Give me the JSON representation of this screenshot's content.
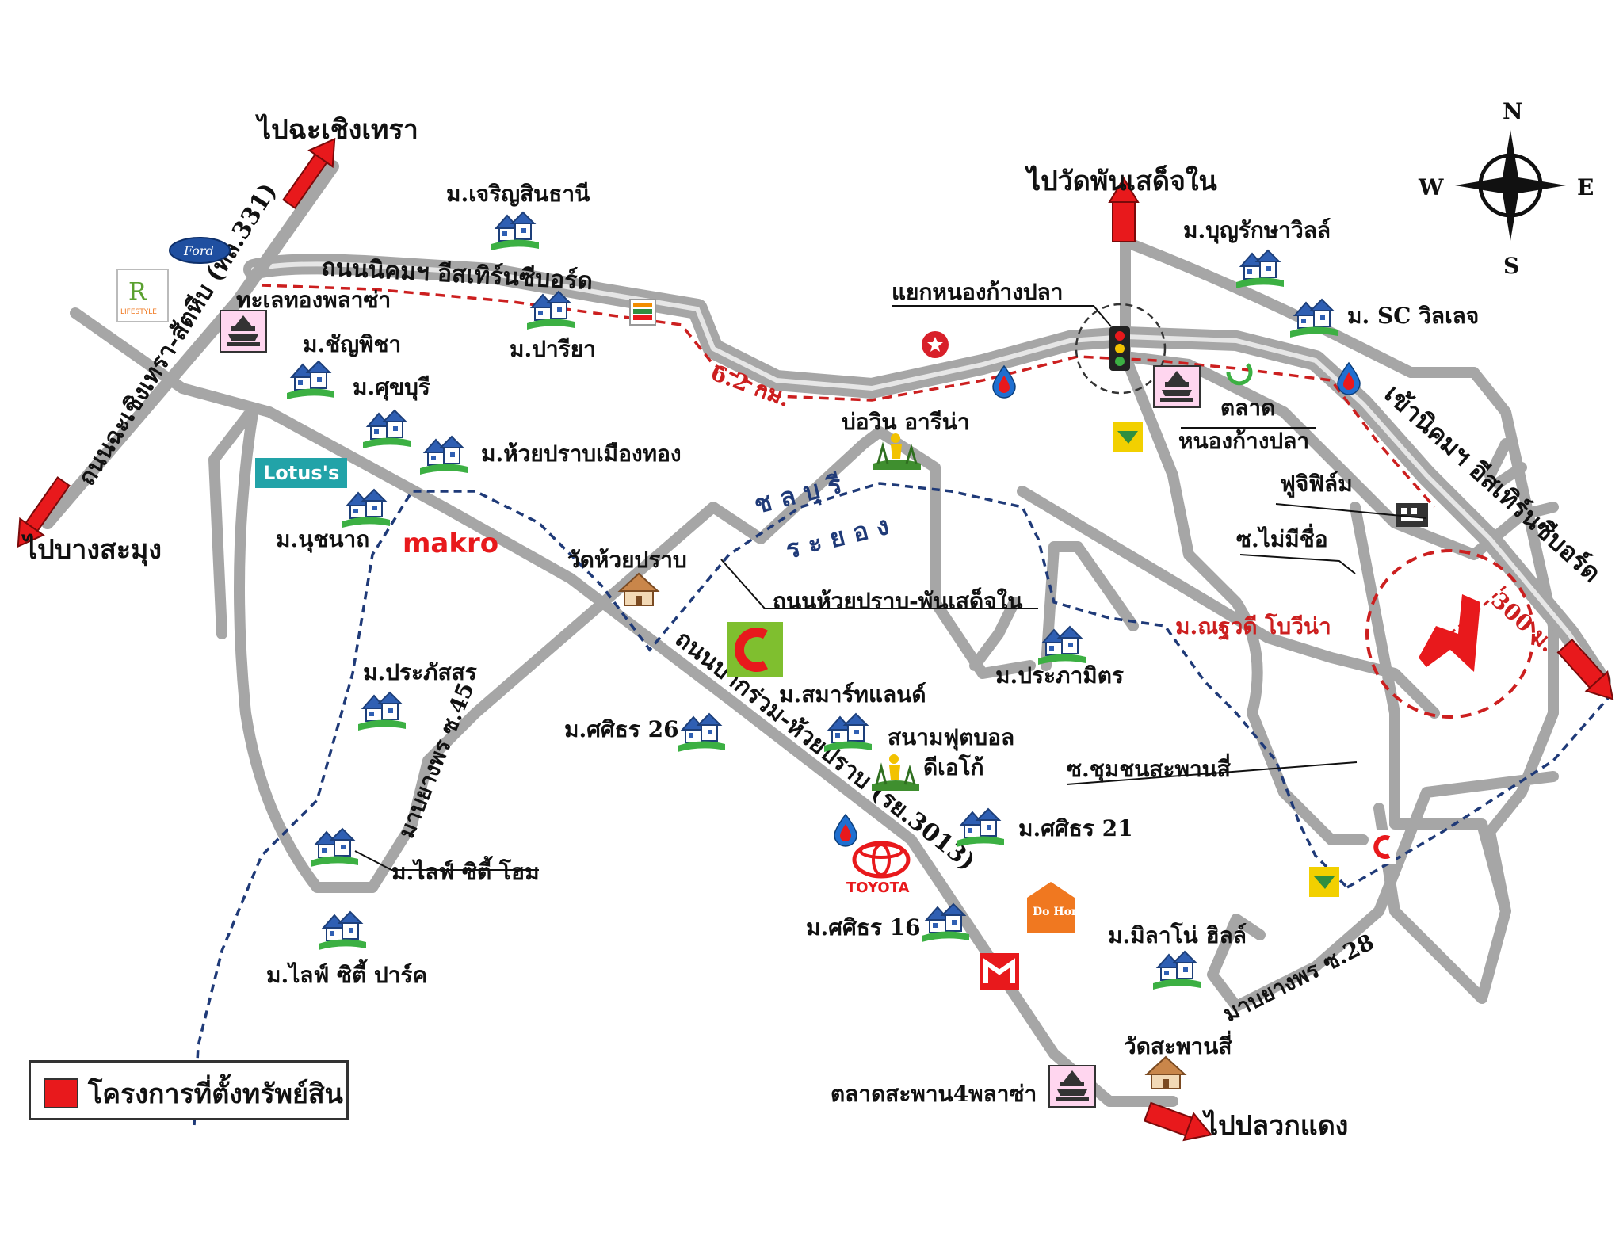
{
  "directions": {
    "to_chachoengsao": "ไปฉะเชิงเทรา",
    "to_bang_samung": "ไปบางสะมุง",
    "to_wat_phan_sadet_nai": "ไปวัดพันเสด็จใน",
    "to_pluak_daeng": "ไปปลวกแดง"
  },
  "compass": {
    "n": "N",
    "s": "S",
    "e": "E",
    "w": "W"
  },
  "roads": {
    "chachoengsao_sattahip": "ถนนฉะเชิงเทรา-สัตหีบ (ทล.331)",
    "industrial_estate": "ถนนนิคมฯ อีสเทิร์นซีบอร์ด",
    "to_industrial_estate": "เข้านิคมฯ อีสเทิร์นซีบอร์ด",
    "huai_prap_phan_sadet_nai": "ถนนห้วยปราบ-พันเสด็จใน",
    "pak_ruam_huai_prap": "ถนนปากร่วม-ห้วยปราบ (รย.3013)",
    "map_yang_phon_45": "มาบยางพร ซ.45",
    "map_yang_phon_28": "มาบยางพร ซ.28",
    "province_chonburi": "ช ล บุ รี",
    "province_rayong": "ร ะ ย อ ง"
  },
  "distances": {
    "route": "6.2 กม.",
    "radius": "300 ม."
  },
  "places": {
    "charoen_sin_thani": "ม.เจริญสินธานี",
    "thanya_plaza": "ทะเลทองพลาซ่า",
    "chanphicha": "ม.ชัญพิชา",
    "pariya": "ม.ปารียา",
    "sukburi": "ม.ศุขบุรี",
    "huai_prap_mueang_thong": "ม.ห้วยปราบเมืองทอง",
    "nuchanat": "ม.นุชนาถ",
    "wat_huai_prap": "วัดห้วยปราบ",
    "bowin_arena": "บ่อวิน อารีน่า",
    "nong_kang_pla_junction": "แยกหนองก้างปลา",
    "bunrak_villa": "ม.บุญรักษาวิลล์",
    "sc_village": "ม. SC วิลเลจ",
    "market_line1": "ตลาด",
    "market_line2": "หนองก้างปลา",
    "fuji_film": "ฟูจิฟิล์ม",
    "soi_no_name": "ซ.ไม่มีชื่อ",
    "natthawadi_bowina": "ม.ณฐวดี โบวีน่า",
    "prapasson": "ม.ประภัสสร",
    "smart_land": "ม.สมาร์ทแลนด์",
    "sasithon_26": "ม.ศศิธร 26",
    "football_line1": "สนามฟุตบอล",
    "football_line2": "ดีเอโก้",
    "prapamit": "ม.ประภามิตร",
    "soi_chumchon": "ซ.ชุมชนสะพานสี่",
    "sasithon_21": "ม.ศศิธร 21",
    "life_city_home": "ม.ไลฟ์ ซิตี้ โฮม",
    "sasithon_16": "ม.ศศิธร 16",
    "milano_hill": "ม.มิลาโน่ ฮิลล์",
    "life_city_park": "ม.ไลฟ์ ซิตี้ ปาร์ค",
    "wat_saphan_si": "วัดสะพานสี่",
    "saphan_si_plaza": "ตลาดสะพาน4พลาซ่า"
  },
  "brands": {
    "ford": "Ford",
    "lotus": "Lotus's",
    "makro": "makro",
    "toyota": "TOYOTA",
    "dohome": "Do Home",
    "lifestyle": "LIFESTYLE"
  },
  "legend": {
    "label": "โครงการที่ตั้งทรัพย์สิน"
  },
  "colors": {
    "road": "#a6a6a6",
    "accent_red": "#e8191c",
    "route_red": "#cc1f1f",
    "boundary_blue": "#1f3a78",
    "house_blue": "#2f5fb3",
    "house_green": "#3cb043"
  }
}
